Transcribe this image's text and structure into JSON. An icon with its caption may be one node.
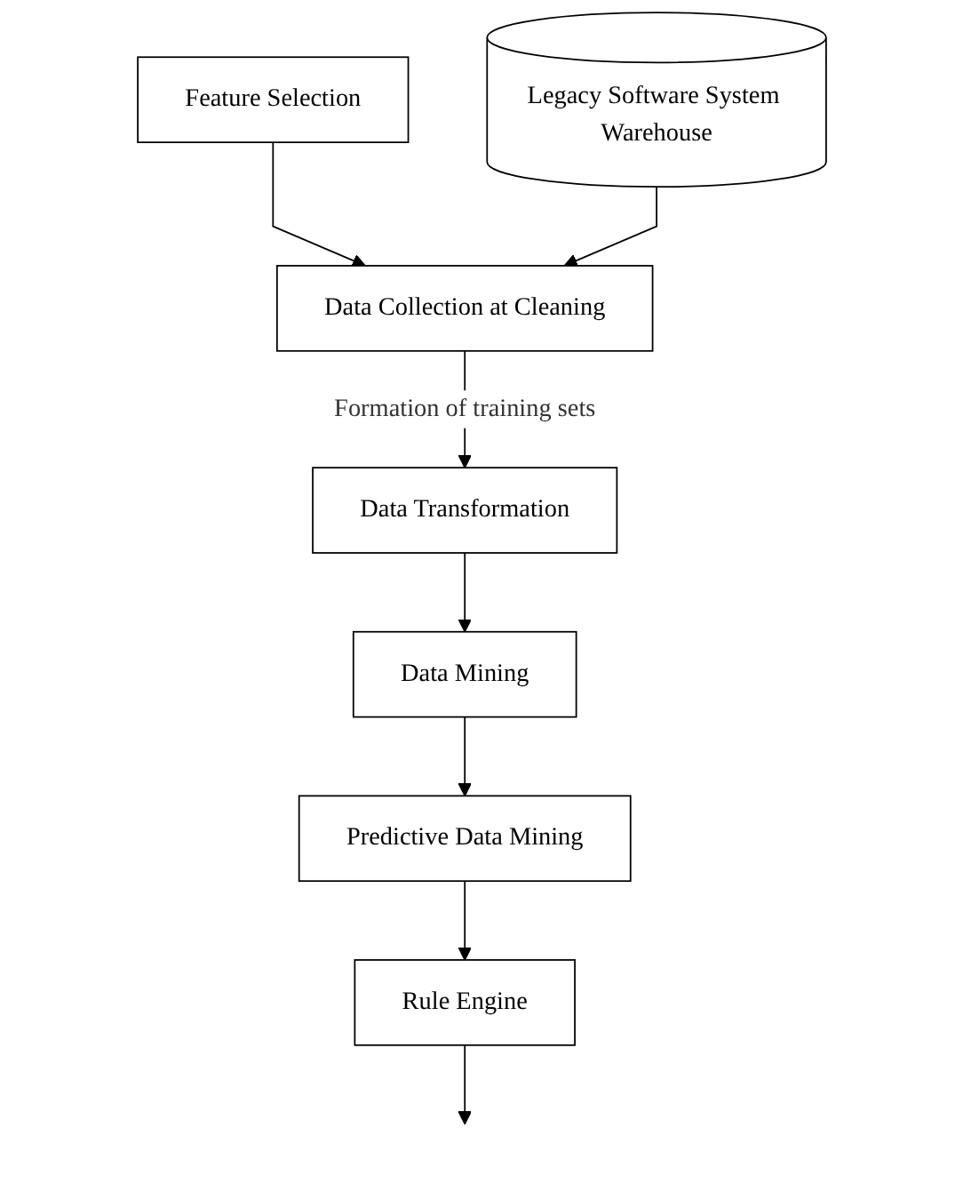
{
  "diagram": {
    "nodes": [
      {
        "text": [
          "Feature Selection"
        ]
      },
      {
        "text": [
          "Data Collection at Cleaning"
        ]
      },
      {
        "text": [
          "Legacy Software System Warehouse"
        ]
      },
      {
        "text": [
          "Data Transformation"
        ]
      },
      {
        "text": [
          "Data Mining"
        ]
      },
      {
        "text": [
          "Predictive Data Mining"
        ]
      },
      {
        "text": [
          "Rule Engine"
        ]
      }
    ],
    "edges": [
      {
        "from": 0,
        "to": 1,
        "arrow": "to"
      },
      {
        "from": 2,
        "to": 1,
        "arrow": "to"
      },
      {
        "from": 1,
        "to": 3,
        "arrow": "to",
        "label": "Formation of training sets"
      },
      {
        "from": 3,
        "to": 4,
        "arrow": "to"
      },
      {
        "from": 4,
        "to": 5,
        "arrow": "to"
      },
      {
        "from": 5,
        "to": 6,
        "arrow": "to"
      },
      {
        "from": 6,
        "to": null,
        "arrow": "to"
      }
    ]
  }
}
